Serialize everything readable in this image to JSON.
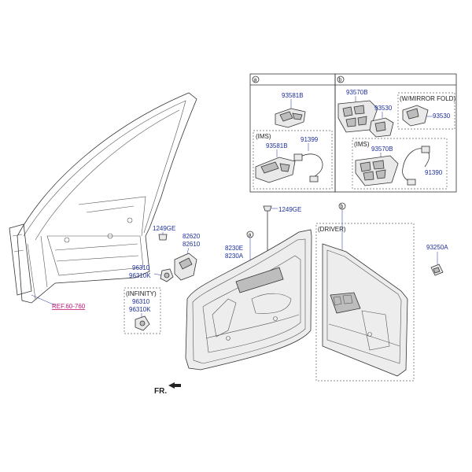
{
  "labels": {
    "p93581B_a": "93581B",
    "ims_a": "(IMS)",
    "p93581B_ims": "93581B",
    "p91399": "91399",
    "p93570B": "93570B",
    "p93530_b": "93530",
    "w_mirror_fold": "(W/MIRROR FOLD)",
    "p93530_mf": "93530",
    "ims_b": "(IMS)",
    "p93570B_ims": "93570B",
    "p91390": "91390",
    "p1249GE_top": "1249GE",
    "p1249GE_left": "1249GE",
    "p82620": "82620",
    "p82610": "82610",
    "p8230E": "8230E",
    "p8230A": "8230A",
    "p96310": "96310",
    "p96310K": "96310K",
    "infinity": "(INFINITY)",
    "p96310_inf": "96310",
    "p96310K_inf": "96310K",
    "driver": "(DRIVER)",
    "p93250A": "93250A",
    "ref": "REF.60-760",
    "fr": "FR."
  },
  "callouts": {
    "a": "a",
    "b": "b"
  }
}
